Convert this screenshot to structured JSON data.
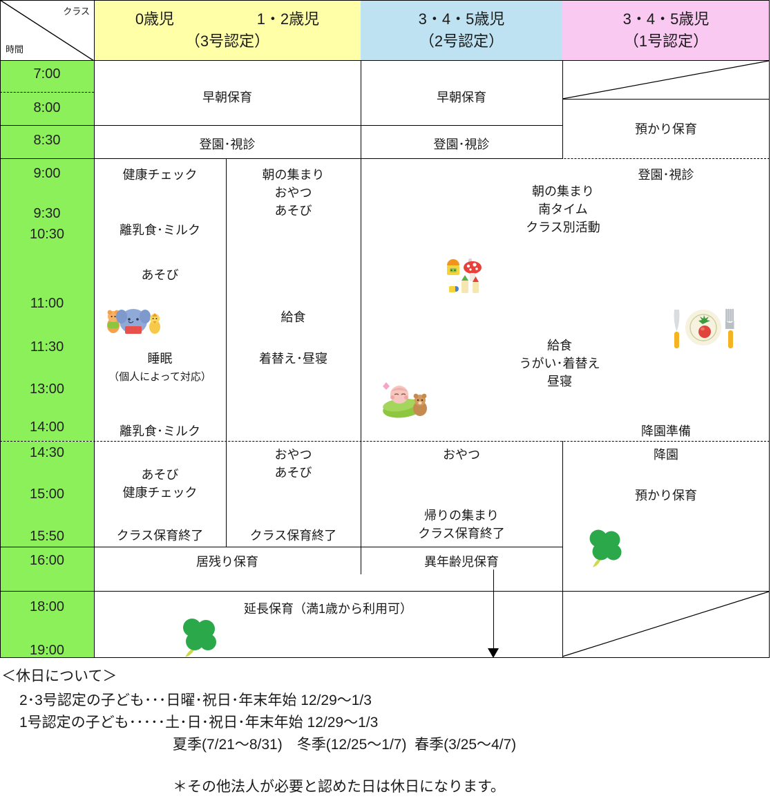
{
  "header": {
    "corner_class_label": "クラス",
    "corner_time_label": "時間",
    "columns": [
      {
        "name": "0歳児",
        "sub": "（3号認定）",
        "color": "#ffffa8"
      },
      {
        "name": "1・2歳児",
        "sub": "（3号認定）",
        "color": "#ffffa8"
      },
      {
        "name": "3・4・5歳児",
        "sub": "（2号認定）",
        "color": "#bfe2f2"
      },
      {
        "name": "3・4・5歳児",
        "sub": "（1号認定）",
        "color": "#f9c9f2"
      }
    ]
  },
  "time_column": {
    "background": "#8cf05a",
    "times": [
      "7:00",
      "8:00",
      "8:30",
      "9:00",
      "9:30",
      "10:30",
      "11:00",
      "11:30",
      "13:00",
      "14:00",
      "14:30",
      "15:00",
      "15:50",
      "16:00",
      "18:00",
      "19:00"
    ]
  },
  "schedule": {
    "early_care_infant": "早朝保育",
    "early_care_preschool": "早朝保育",
    "extended_care_pink": "預かり保育",
    "arrival_infant": "登園･視診",
    "arrival_preschool": "登園･視診",
    "arrival_pink": "登園･視診",
    "health_check": "健康チェック",
    "morning_gathering_12": "朝の集まり\nおやつ\nあそび",
    "weaning_milk_am": "離乳食･ミルク",
    "play_am": "あそび",
    "morning_gathering_345": "朝の集まり\n南タイム\nクラス別活動",
    "lunch_12": "給食",
    "nap_12": "着替え･昼寝",
    "sleep_0": "睡眠",
    "sleep_0_note": "（個人によって対応）",
    "lunch_345": "給食\nうがい･着替え\n昼寝",
    "weaning_milk_pm": "離乳食･ミルク",
    "go_home_prep": "降園準備",
    "snack_12": "おやつ\nあそび",
    "snack_345": "おやつ",
    "go_home_pink": "降園",
    "extended_care_pink_pm": "預かり保育",
    "play_health_0": "あそび\n健康チェック",
    "class_end_0": "クラス保育終了",
    "class_end_12": "クラス保育終了",
    "return_gathering_345": "帰りの集まり\nクラス保育終了",
    "stay_care": "居残り保育",
    "mixed_age_care": "異年齢児保育",
    "extended_care_all": "延長保育（満1歳から利用可）"
  },
  "icons": {
    "elephant": "elephant-toy-clipart",
    "blocks": "toy-blocks-clipart",
    "sleeping_child": "sleeping-child-clipart",
    "plate": "plate-cutlery-clipart",
    "clover_left": "clover-clipart",
    "clover_right": "clover-clipart",
    "arrow_down": "down-arrow"
  },
  "footer": {
    "title": "＜休日について＞",
    "line1": "2･3号認定の子ども･･･日曜･祝日･年末年始 12/29〜1/3",
    "line2": "1号認定の子ども･････土･日･祝日･年末年始 12/29〜1/3",
    "line3": "夏季(7/21〜8/31)　冬季(12/25〜1/7)  春季(3/25〜4/7)",
    "line4": "＊その他法人が必要と認めた日は休日になります。"
  }
}
